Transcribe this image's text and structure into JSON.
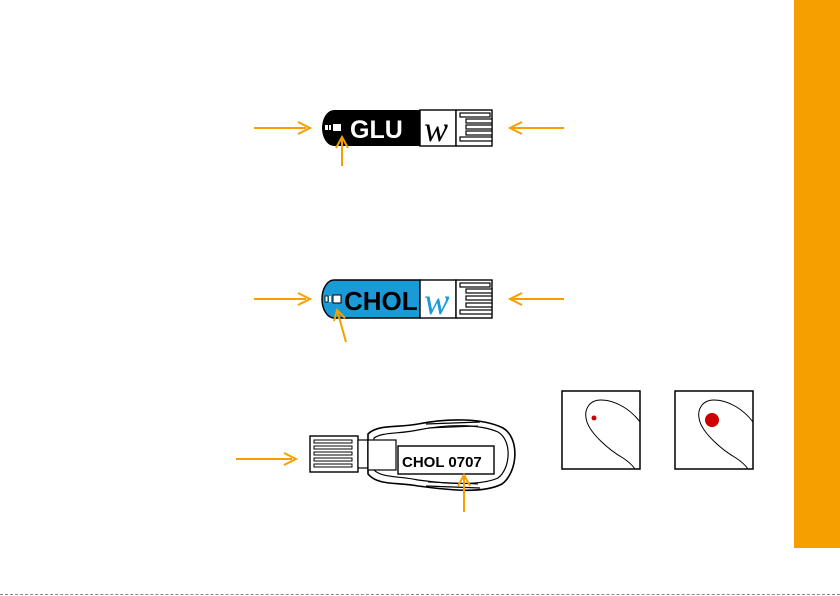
{
  "glucose_strip": {
    "label": "GLU",
    "brand_mark": "w",
    "color": "#000000"
  },
  "cholesterol_strip": {
    "label": "CHOL",
    "brand_mark": "w",
    "color": "#1a9ad6"
  },
  "code_chip": {
    "label": "CHOL 0707"
  },
  "blood_samples": {
    "drop_color": "#cc0000"
  },
  "accent_color": "#f5a000",
  "icons": {
    "arrow": "arrow-icon",
    "finger_small_drop": "finger-small-drop-icon",
    "finger_large_drop": "finger-large-drop-icon"
  }
}
